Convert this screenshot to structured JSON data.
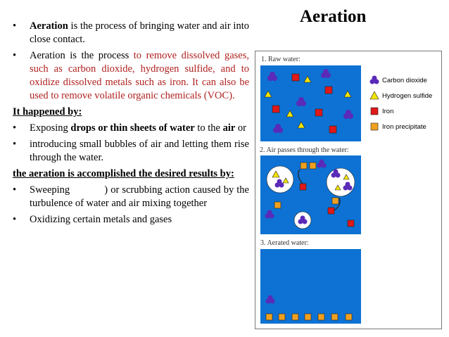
{
  "title": "Aeration",
  "bullets_top": [
    {
      "bold": "Aeration",
      "rest": " is the process of bringing water and air into close contact."
    },
    {
      "plain": "Aeration is the process ",
      "red": "to remove dissolved gases, such as carbon dioxide, hydrogen sulfide, and to oxidize dissolved metals such as iron. It can also be used to remove volatile organic chemicals (VOC)."
    }
  ],
  "heading1": "It happened by:",
  "bullets_mid": [
    {
      "pre": "Exposing ",
      "bold": "drops or thin sheets of water",
      "mid": " to the ",
      "bold2": "air",
      "post": " or"
    },
    {
      "text": "introducing small bubbles of air and letting them rise through the water."
    }
  ],
  "heading2": "the aeration is accomplished the desired results by:",
  "bullets_bottom": [
    {
      "text": "Sweeping            ) or scrubbing action caused by the turbulence of water and air mixing together"
    },
    {
      "text": "Oxidizing certain metals and gases"
    }
  ],
  "bullet_char": "•",
  "diagram": {
    "panel1_label": "1. Raw water:",
    "panel2_label": "2. Air passes through the water:",
    "panel3_label": "3. Aerated water:",
    "legend": [
      {
        "label": "Carbon dioxide",
        "icon": "co2-icon"
      },
      {
        "label": "Hydrogen sulfide",
        "icon": "h2s-triangle-icon"
      },
      {
        "label": "Iron",
        "icon": "iron-square-icon"
      },
      {
        "label": "Iron precipitate",
        "icon": "iron-precipitate-icon"
      }
    ],
    "colors": {
      "water": "#0d72d4",
      "co2": "#5a2ab8",
      "h2s": "#f4e400",
      "iron": "#e01818",
      "precipitate": "#f0a020",
      "text_red": "#b0201f"
    }
  }
}
